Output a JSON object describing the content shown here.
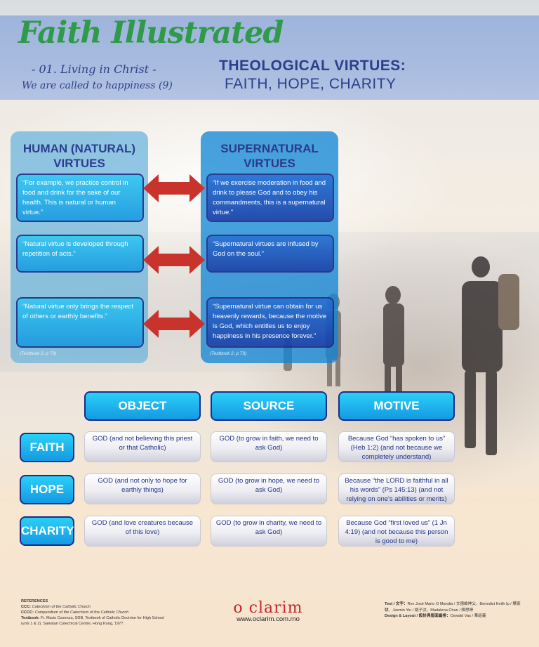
{
  "header": {
    "title": "Faith Illustrated",
    "series": "- 01. Living in Christ -",
    "lesson": "We are called to happiness (9)",
    "topic_line1": "THEOLOGICAL VIRTUES:",
    "topic_line2": "FAITH, HOPE, CHARITY"
  },
  "virtues": {
    "human": {
      "title_line1": "HUMAN (NATURAL)",
      "title_line2": "VIRTUES",
      "items": [
        "“For example, we practice control in food and drink for the sake of our health. This is natural or human virtue.”",
        "“Natural virtue is developed through repetition of acts.”",
        "“Natural virtue only brings the respect of others or earthly benefits.”"
      ],
      "source": "(Textbook 2, p 73)"
    },
    "supernatural": {
      "title_line1": "SUPERNATURAL",
      "title_line2": "VIRTUES",
      "items": [
        "“If we exercise moderation in food and drink to please God and to obey his commandments, this is a supernatural virtue.”",
        "“Supernatural virtues are infused by God on the soul.”",
        "“Supernatural virtue can obtain for us heavenly rewards, because the motive is God, which entitles us to enjoy happiness in his presence forever.”"
      ],
      "source": "(Textbook 2, p 73)"
    },
    "arrow_color": "#c8332b"
  },
  "table": {
    "columns": [
      "OBJECT",
      "SOURCE",
      "MOTIVE"
    ],
    "rows": [
      {
        "label": "FAITH",
        "cells": [
          "GOD (and not believing this priest or that Catholic)",
          "GOD (to grow in faith, we need to ask God)",
          "Because God “has spoken to us” (Heb 1:2) (and not because we completely understand)"
        ]
      },
      {
        "label": "HOPE",
        "cells": [
          "GOD (and not only to hope for earthly things)",
          "GOD (to grow in hope, we need to ask God)",
          "Because “the LORD is faithful in all his words” (Ps 145:13) (and not relying on one's abilities or merits)"
        ]
      },
      {
        "label": "CHARITY",
        "cells": [
          "GOD (and love creatures because of this love)",
          "GOD (to grow in charity, we need to ask God)",
          "Because God “first loved us” (1 Jn 4:19) (and not because this person is good to me)"
        ]
      }
    ]
  },
  "footer": {
    "refs_heading": "REFERENCES",
    "refs": [
      {
        "key": "CCC:",
        "text": "Catechism of the Catholic Church"
      },
      {
        "key": "CCCC:",
        "text": "Compendium of the Catechism of the Catholic Church"
      },
      {
        "key": "Textbook:",
        "text": "Fr. Mario Cosenza, SDB, Textbook of Catholic Doctrine for High School (vols 1 & 2). Salesian Catechical Centre, Hong Kong, 1977."
      }
    ],
    "logo_name": "o clarim",
    "logo_url": "www.oclarim.com.mo",
    "credits": [
      {
        "key": "Text / 文字：",
        "text": "Rev José Mario O Mandia / 文德維神父、Benedict Keith Ip / 葉家騏、Jasmin Yiu / 姚子汶、Madalena Chan / 陳思婷"
      },
      {
        "key": "Design & Layout / 設計與版面編排：",
        "text": "Oswald Vas / 華紹義"
      }
    ]
  },
  "colors": {
    "title_green": "#2f9a4a",
    "navy": "#2c3f8a",
    "header_band": "#a8bce0",
    "cyan_button": "#1599e3",
    "logo_red": "#c0282e"
  }
}
